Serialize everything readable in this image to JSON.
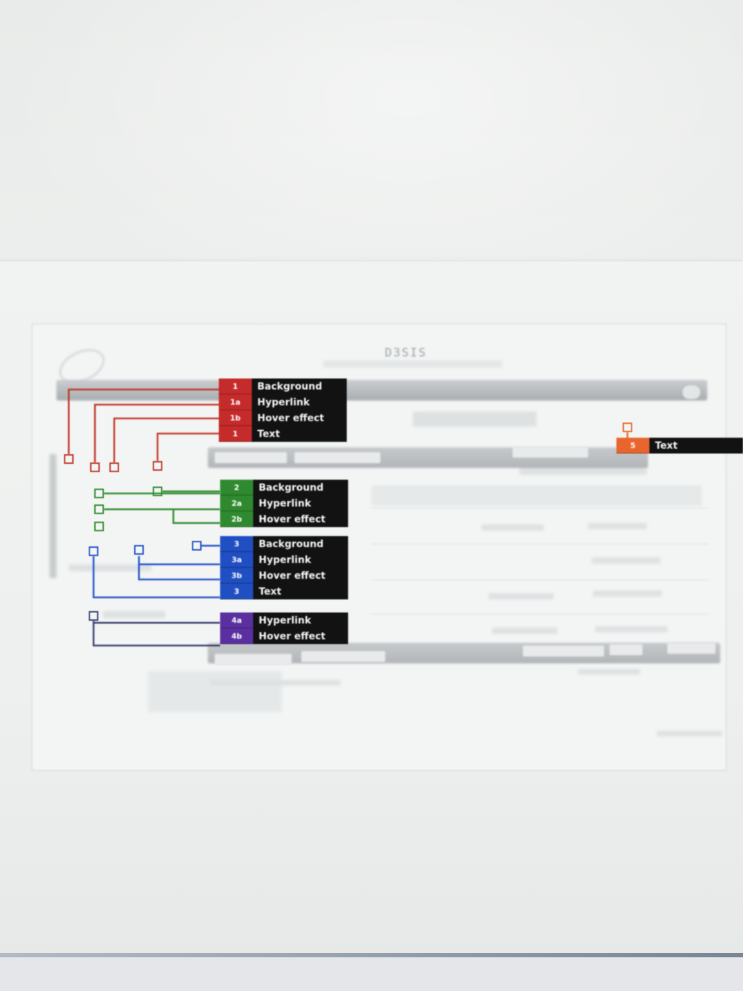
{
  "app": {
    "brand": "D3SIS"
  },
  "colors": {
    "group1": "#c62b2b",
    "group2": "#2f8a2f",
    "group3": "#1f4fc2",
    "group4": "#5a2fa0",
    "group5": "#e8662e"
  },
  "legends": {
    "group1": [
      {
        "code": "1",
        "label": "Background"
      },
      {
        "code": "1a",
        "label": "Hyperlink"
      },
      {
        "code": "1b",
        "label": "Hover effect"
      },
      {
        "code": "1",
        "label": "Text"
      }
    ],
    "group2": [
      {
        "code": "2",
        "label": "Background"
      },
      {
        "code": "2a",
        "label": "Hyperlink"
      },
      {
        "code": "2b",
        "label": "Hover effect"
      }
    ],
    "group3": [
      {
        "code": "3",
        "label": "Background"
      },
      {
        "code": "3a",
        "label": "Hyperlink"
      },
      {
        "code": "3b",
        "label": "Hover effect"
      },
      {
        "code": "3",
        "label": "Text"
      }
    ],
    "group4": [
      {
        "code": "4a",
        "label": "Hyperlink"
      },
      {
        "code": "4b",
        "label": "Hover effect"
      }
    ],
    "group5": [
      {
        "code": "5",
        "label": "Text"
      }
    ]
  }
}
